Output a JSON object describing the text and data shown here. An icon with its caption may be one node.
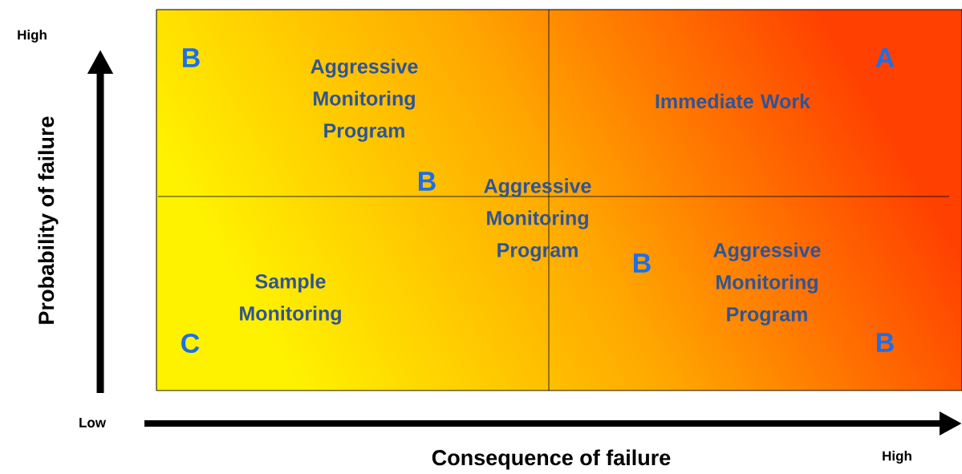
{
  "diagram": {
    "labels": [
      "High",
      "B",
      "Aggressive Monitoring Program",
      "A",
      "Immediate Work",
      "B",
      "Aggressive Monitoring Program",
      "B",
      "Aggressive Monitoring Program",
      "Sample Monitoring",
      "C",
      "B",
      "Low",
      "Consequence of failure",
      "High",
      "Probability of failure"
    ]
  }
}
